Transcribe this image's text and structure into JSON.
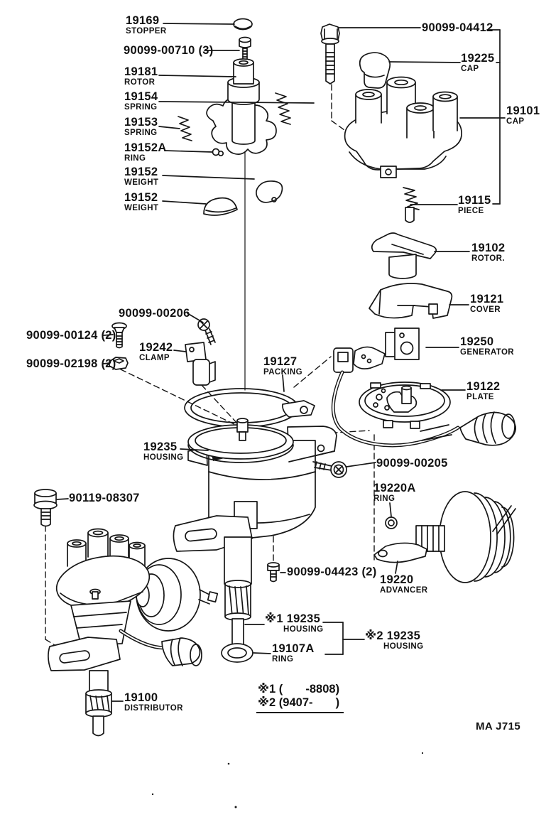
{
  "page": {
    "footer_code": "MA J715",
    "ink_color": "#161616",
    "background": "#ffffff"
  },
  "labels": [
    {
      "code": "19169",
      "name": "STOPPER"
    },
    {
      "code": "90099-00710 (3)",
      "name": ""
    },
    {
      "code": "19181",
      "name": "ROTOR"
    },
    {
      "code": "19154",
      "name": "SPRING"
    },
    {
      "code": "19153",
      "name": "SPRING"
    },
    {
      "code": "19152A",
      "name": "RING"
    },
    {
      "code": "19152",
      "name": "WEIGHT"
    },
    {
      "code": "19152",
      "name": "WEIGHT"
    },
    {
      "code": "90099-04412",
      "name": ""
    },
    {
      "code": "19225",
      "name": "CAP"
    },
    {
      "code": "19101",
      "name": "CAP"
    },
    {
      "code": "19115",
      "name": "PIECE"
    },
    {
      "code": "19102",
      "name": "ROTOR."
    },
    {
      "code": "19121",
      "name": "COVER"
    },
    {
      "code": "19250",
      "name": "GENERATOR"
    },
    {
      "code": "19122",
      "name": "PLATE"
    },
    {
      "code": "90099-00206",
      "name": ""
    },
    {
      "code": "90099-00124 (2)",
      "name": ""
    },
    {
      "code": "19242",
      "name": "CLAMP"
    },
    {
      "code": "90099-02198 (2)",
      "name": ""
    },
    {
      "code": "19127",
      "name": "PACKING"
    },
    {
      "code": "19235",
      "name": "HOUSING"
    },
    {
      "code": "90099-00205",
      "name": ""
    },
    {
      "code": "19220A",
      "name": "RING"
    },
    {
      "code": "90119-08307",
      "name": ""
    },
    {
      "code": "90099-04423 (2)",
      "name": ""
    },
    {
      "code": "19220",
      "name": "ADVANCER"
    },
    {
      "code": "※1 19235",
      "name": "HOUSING"
    },
    {
      "code": "※2 19235",
      "name": "HOUSING"
    },
    {
      "code": "19107A",
      "name": "RING"
    },
    {
      "code": "19100",
      "name": "DISTRIBUTOR"
    }
  ],
  "notes": {
    "line1": "※1 (       -8808)",
    "line2": "※2 (9407-       )"
  }
}
